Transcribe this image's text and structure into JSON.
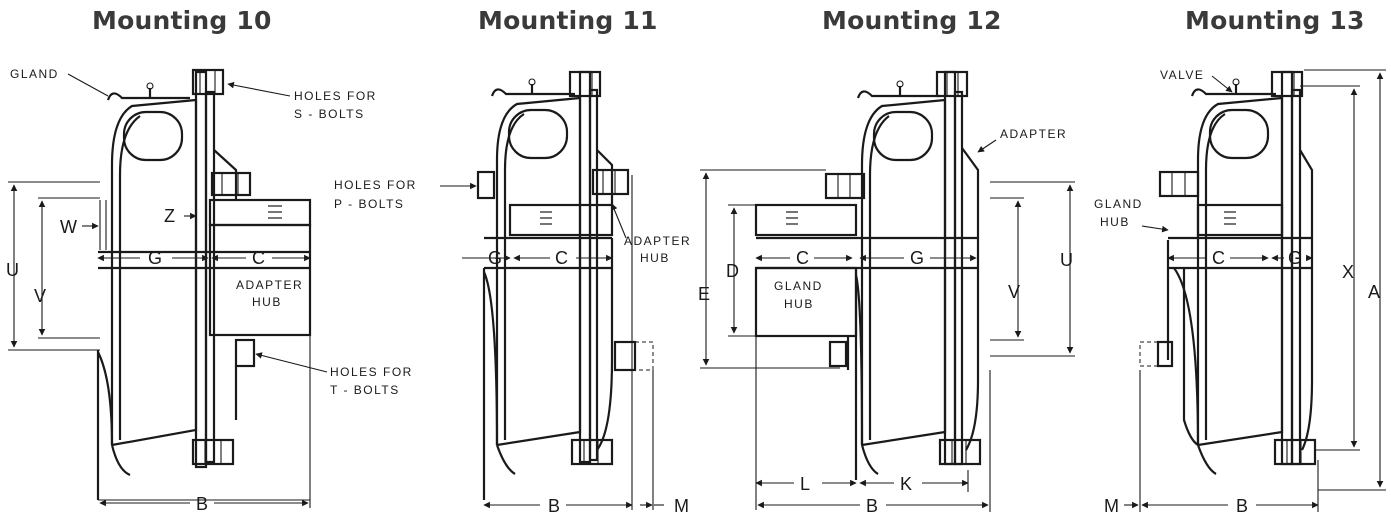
{
  "titles": [
    "Mounting 10",
    "Mounting 11",
    "Mounting 12",
    "Mounting 13"
  ],
  "mounting10": {
    "labels": {
      "gland": "GLAND",
      "s_bolts_1": "HOLES FOR",
      "s_bolts_2": "S - BOLTS",
      "adapter_hub_1": "ADAPTER",
      "adapter_hub_2": "HUB",
      "t_bolts_1": "HOLES FOR",
      "t_bolts_2": "T - BOLTS"
    },
    "dims": {
      "u": "U",
      "v": "V",
      "w": "W",
      "z": "Z",
      "g": "G",
      "c": "C",
      "b": "B"
    }
  },
  "mounting11": {
    "labels": {
      "p_bolts_1": "HOLES FOR",
      "p_bolts_2": "P - BOLTS",
      "adapter_hub_1": "ADAPTER",
      "adapter_hub_2": "HUB"
    },
    "dims": {
      "g": "G",
      "c": "C",
      "b": "B",
      "m": "M"
    }
  },
  "mounting12": {
    "labels": {
      "adapter": "ADAPTER",
      "gland_hub_1": "GLAND",
      "gland_hub_2": "HUB"
    },
    "dims": {
      "e": "E",
      "d": "D",
      "c": "C",
      "g": "G",
      "u": "U",
      "v": "V",
      "l": "L",
      "k": "K",
      "b": "B"
    }
  },
  "mounting13": {
    "labels": {
      "valve": "VALVE",
      "gland_hub_1": "GLAND",
      "gland_hub_2": "HUB"
    },
    "dims": {
      "c": "C",
      "g": "G",
      "x": "X",
      "a": "A",
      "m": "M",
      "b": "B"
    }
  }
}
